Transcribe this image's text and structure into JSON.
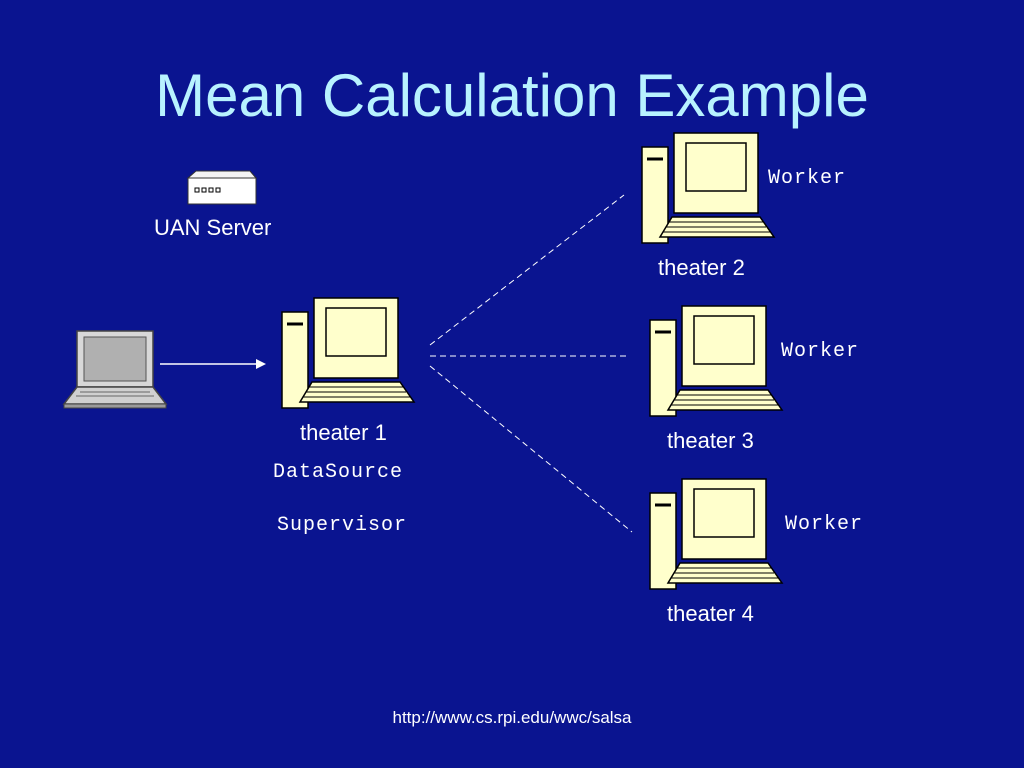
{
  "slide": {
    "title": "Mean Calculation Example",
    "footer_url": "http://www.cs.rpi.edu/wwc/salsa"
  },
  "server": {
    "label": "UAN Server",
    "icon": "server-icon"
  },
  "client": {
    "icon": "laptop-icon"
  },
  "nodes": [
    {
      "id": "theater1",
      "name": "theater 1",
      "roles": [
        "DataSource",
        "Supervisor"
      ],
      "icon": "desktop-computer-icon"
    },
    {
      "id": "theater2",
      "name": "theater 2",
      "roles": [
        "Worker"
      ],
      "icon": "desktop-computer-icon"
    },
    {
      "id": "theater3",
      "name": "theater 3",
      "roles": [
        "Worker"
      ],
      "icon": "desktop-computer-icon"
    },
    {
      "id": "theater4",
      "name": "theater 4",
      "roles": [
        "Worker"
      ],
      "icon": "desktop-computer-icon"
    }
  ],
  "edges": [
    {
      "from": "client",
      "to": "theater1",
      "style": "solid-arrow"
    },
    {
      "from": "theater1",
      "to": "theater2",
      "style": "dashed"
    },
    {
      "from": "theater1",
      "to": "theater3",
      "style": "dashed"
    },
    {
      "from": "theater1",
      "to": "theater4",
      "style": "dashed"
    }
  ],
  "colors": {
    "background": "#0A1490",
    "title": "#B8F2FF",
    "computer_body": "#FFFFCC",
    "text": "#FFFFFF"
  }
}
